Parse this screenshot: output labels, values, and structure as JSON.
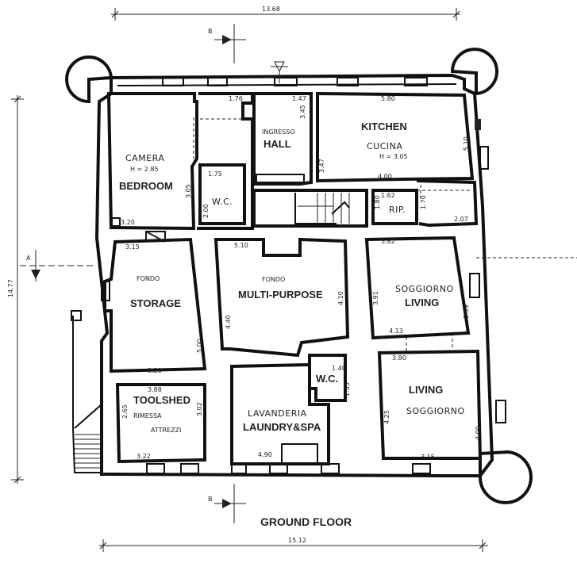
{
  "dimensions": {
    "top": "13.68",
    "bottom": "15.12",
    "left": "14.77"
  },
  "section_marks": {
    "b_top": "B",
    "b_bottom": "B",
    "a_left": "A"
  },
  "title": "GROUND FLOOR",
  "rooms": {
    "bedroom": {
      "it": "CAMERA",
      "height": "H = 2.85",
      "en": "BEDROOM",
      "d1": "3.05",
      "d2": "3.20"
    },
    "wc_upper": {
      "it": "W.C.",
      "d1": "1.75",
      "d2": "2.00",
      "d3": "1.76"
    },
    "hall": {
      "it": "INGRESSO",
      "en": "HALL",
      "d1": "1.47",
      "d2": "3.45"
    },
    "kitchen": {
      "en": "KITCHEN",
      "it": "CUCINA",
      "height": "H = 3.05",
      "d1": "5.80",
      "d2": "5.10",
      "d3": "4.00",
      "d4": "3.47"
    },
    "rip": {
      "it": "RIP.",
      "d1": "1.62",
      "d2": "1.80",
      "d3": "1.70",
      "d4": "2.07"
    },
    "storage": {
      "it": "FONDO",
      "en": "STORAGE",
      "d1": "3.15",
      "d2": "5.00",
      "d3": "3.20"
    },
    "multipurpose": {
      "it": "FONDO",
      "en": "MULTI-PURPOSE",
      "d1": "5.10",
      "d2": "4.40",
      "d3": "4.10"
    },
    "living_upper": {
      "it": "SOGGIORNO",
      "en": "LIVING",
      "d1": "3.82",
      "d2": "3.91",
      "d3": "3.59",
      "d4": "4.13"
    },
    "wc_lower": {
      "it": "W.C.",
      "d1": "1.40",
      "d2": "1.35"
    },
    "toolshed": {
      "en": "TOOLSHED",
      "it1": "RIMESSA",
      "it2": "ATTREZZI",
      "d1": "3.88",
      "d2": "2.65",
      "d3": "3.02",
      "d4": "3.22"
    },
    "laundry": {
      "it": "LAVANDERIA",
      "en": "LAUNDRY&SPA",
      "d1": "4.90"
    },
    "living_lower": {
      "en": "LIVING",
      "it": "SOGGIORNO",
      "d1": "3.80",
      "d2": "4.25",
      "d3": "4.00",
      "d4": "3.15"
    }
  }
}
